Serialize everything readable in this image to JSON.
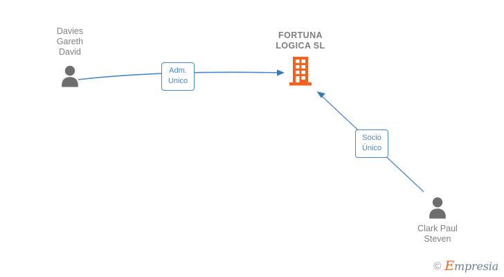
{
  "diagram": {
    "type": "org-relationship-graph",
    "background_color": "#ffffff",
    "nodes": [
      {
        "id": "person-left",
        "kind": "person",
        "name": "Davies\nGareth\nDavid",
        "icon": "person-icon",
        "color": "#6e6e6e"
      },
      {
        "id": "company",
        "kind": "company",
        "name": "FORTUNA\nLOGICA  SL",
        "icon": "building-icon",
        "color": "#f4601e"
      },
      {
        "id": "person-right",
        "kind": "person",
        "name": "Clark Paul\nSteven",
        "icon": "person-icon",
        "color": "#6e6e6e"
      }
    ],
    "edges": [
      {
        "id": "edge-adm",
        "from": "person-left",
        "to": "company",
        "label": "Adm.\nUnico",
        "color": "#4a86c8",
        "arrow": "to-company"
      },
      {
        "id": "edge-socio",
        "from": "person-right",
        "to": "company",
        "label": "Socio\nÚnico",
        "color": "#4a86c8",
        "arrow": "to-company"
      }
    ]
  },
  "watermark": {
    "copyright": "©",
    "brand_initial": "E",
    "brand_rest": "mpresia",
    "brand_color": "#f26522"
  }
}
